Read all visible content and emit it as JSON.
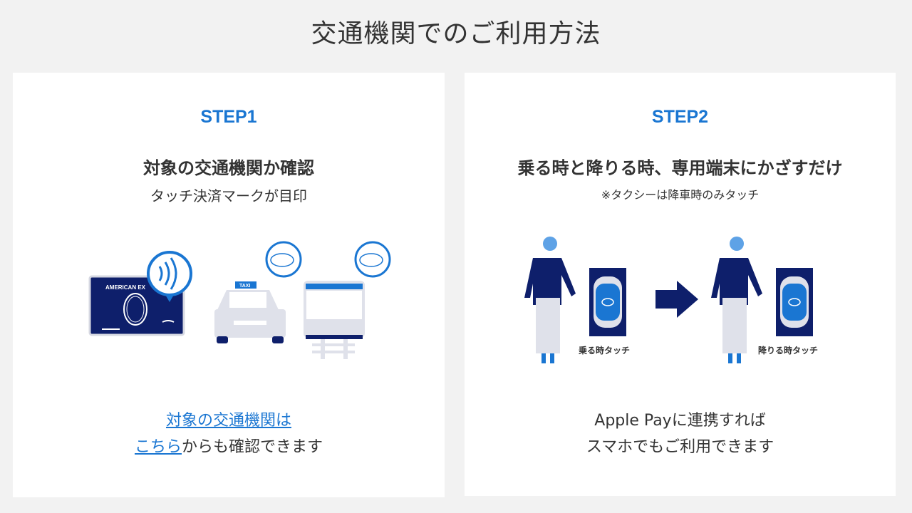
{
  "page_title": "交通機関でのご利用方法",
  "step1": {
    "label": "STEP1",
    "heading": "対象の交通機関か確認",
    "sub": "タッチ決済マークが目印",
    "card_brand": "AMERICAN EX",
    "taxi_sign": "TAXI",
    "link1": "対象の交通機関は",
    "link2": "こちら",
    "foot_rest": "からも確認できます"
  },
  "step2": {
    "label": "STEP2",
    "heading": "乗る時と降りる時、専用端末にかざすだけ",
    "sub": "※タクシーは降車時のみタッチ",
    "board_caption": "乗る時タッチ",
    "alight_caption": "降りる時タッチ",
    "foot_line1": "Apple Payに連携すれば",
    "foot_line2": "スマホでもご利用できます"
  },
  "colors": {
    "accent": "#1a76d2",
    "navy": "#0e1f6b",
    "light_gray": "#dfe1ea"
  }
}
